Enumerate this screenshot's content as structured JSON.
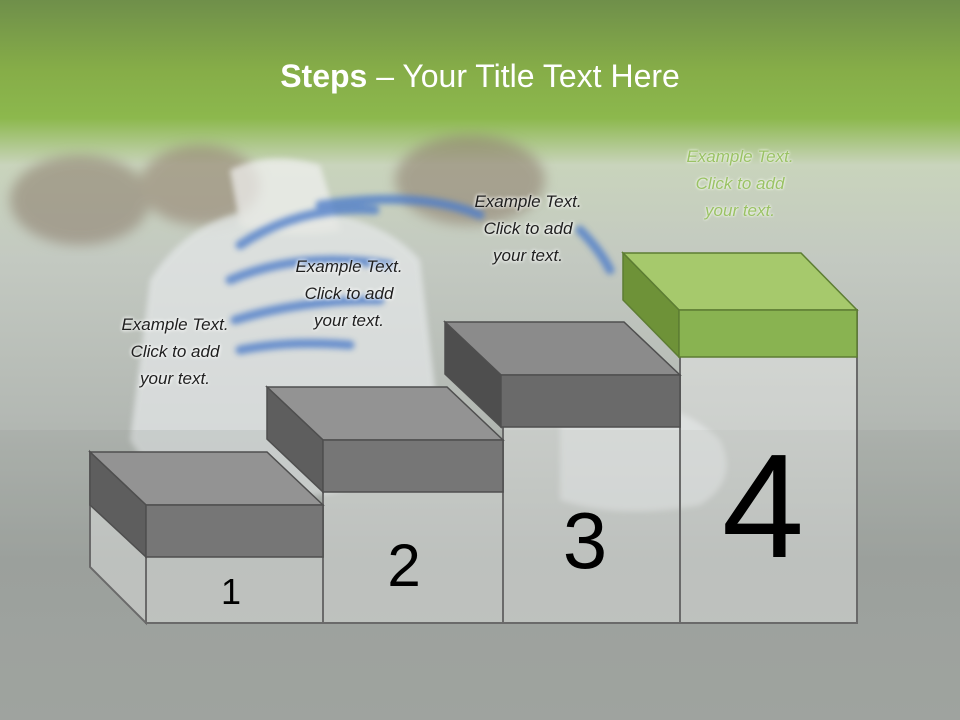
{
  "title": {
    "bold": "Steps",
    "rest": " – Your Title Text Here"
  },
  "steps": [
    {
      "number": "1",
      "caption": [
        "Example Text.",
        "Click  to add",
        "your text."
      ]
    },
    {
      "number": "2",
      "caption": [
        "Example Text.",
        "Click  to add",
        "your text."
      ]
    },
    {
      "number": "3",
      "caption": [
        "Example Text.",
        "Click  to add",
        "your text."
      ]
    },
    {
      "number": "4",
      "caption": [
        "Example Text.",
        "Click  to add",
        "your text."
      ]
    }
  ],
  "colors": {
    "header_green": "#86ad48",
    "block_gray": "#6f6f6f",
    "block_gray_top": "#939393",
    "block_green": "#89b351",
    "block_green_top": "#a6c96c"
  }
}
